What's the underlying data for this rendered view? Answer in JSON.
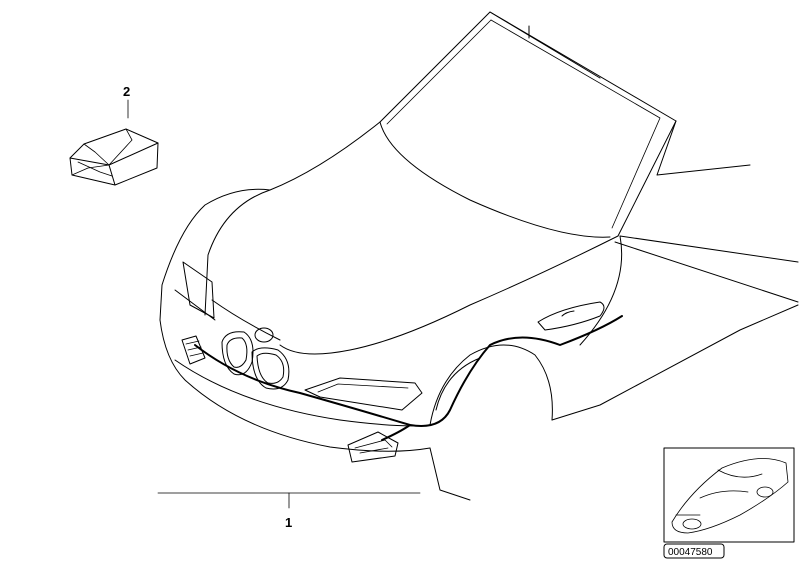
{
  "callouts": [
    {
      "id": "1",
      "label": "1"
    },
    {
      "id": "2",
      "label": "2"
    }
  ],
  "thumbnail": {
    "reference_number": "00047580"
  }
}
